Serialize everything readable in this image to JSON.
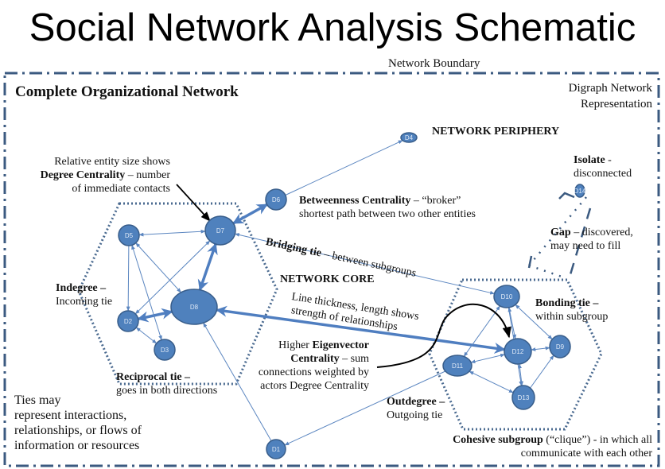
{
  "title": "Social Network Analysis Schematic",
  "boundary_label": "Network Boundary",
  "network_title": "Complete Organizational Network",
  "digraph_label": [
    "Digraph Network",
    "Representation"
  ],
  "labels": {
    "periphery": "NETWORK PERIPHERY",
    "core": "NETWORK CORE",
    "isolate_bold": "Isolate",
    "isolate_rest": " -",
    "isolate_line2": "disconnected",
    "degree_line1": "Relative entity size shows",
    "degree_bold": "Degree Centrality",
    "degree_rest": " – number",
    "degree_line3": "of immediate contacts",
    "betweenness_bold": "Betweenness Centrality",
    "betweenness_rest": " – “broker”",
    "betweenness_line2": "shortest path between two other entities",
    "bridging_bold": "Bridging tie",
    "bridging_rest": " – between subgroups",
    "gap_bold": "Gap",
    "gap_rest": " – discovered,",
    "gap_line2": "may need to fill",
    "indegree_bold": "Indegree –",
    "indegree_line2": "Incoming tie",
    "thickness_line1": "Line thickness, length shows",
    "thickness_line2": "strength of relationships",
    "bonding_bold": "Bonding tie –",
    "bonding_line2": "within subgroup",
    "eigen_pre": "Higher ",
    "eigen_bold1": "Eigenvector",
    "eigen_bold2": "Centrality",
    "eigen_rest": " – sum",
    "eigen_line3": "connections weighted by",
    "eigen_line4": "actors Degree Centrality",
    "reciprocal_bold": "Reciprocal tie –",
    "reciprocal_line2": "goes in both directions",
    "outdegree_bold": "Outdegree –",
    "outdegree_line2": "Outgoing tie",
    "ties_lines": [
      "Ties may",
      "represent interactions,",
      "relationships, or flows of",
      "information  or resources"
    ],
    "cohesive_bold": "Cohesive subgroup",
    "cohesive_rest": " (“clique”)  - in which all",
    "cohesive_line2": "communicate with each other"
  },
  "nodes": [
    "D1",
    "D2",
    "D3",
    "D4",
    "D5",
    "D6",
    "D7",
    "D8",
    "D9",
    "D10",
    "D11",
    "D12",
    "D13",
    "D14"
  ],
  "edges": [
    {
      "from": "D6",
      "to": "D4",
      "dir": "forward",
      "weight": "thin"
    },
    {
      "from": "D7",
      "to": "D6",
      "dir": "both",
      "weight": "thick"
    },
    {
      "from": "D7",
      "to": "D8",
      "dir": "both",
      "weight": "thick"
    },
    {
      "from": "D8",
      "to": "D2",
      "dir": "both",
      "weight": "thick"
    },
    {
      "from": "D12",
      "to": "D8",
      "dir": "both",
      "weight": "thick"
    },
    {
      "from": "D5",
      "to": "D7",
      "dir": "both",
      "weight": "thin"
    },
    {
      "from": "D5",
      "to": "D2",
      "dir": "forward",
      "weight": "thin"
    },
    {
      "from": "D5",
      "to": "D3",
      "dir": "both",
      "weight": "thin"
    },
    {
      "from": "D5",
      "to": "D8",
      "dir": "both",
      "weight": "thin"
    },
    {
      "from": "D2",
      "to": "D7",
      "dir": "both",
      "weight": "thin"
    },
    {
      "from": "D2",
      "to": "D3",
      "dir": "both",
      "weight": "thin"
    },
    {
      "from": "D1",
      "to": "D8",
      "dir": "forward",
      "weight": "thin"
    },
    {
      "from": "D11",
      "to": "D1",
      "dir": "forward",
      "weight": "thin"
    },
    {
      "from": "D10",
      "to": "D7",
      "dir": "both",
      "weight": "thin"
    },
    {
      "from": "D10",
      "to": "D11",
      "dir": "both",
      "weight": "thin"
    },
    {
      "from": "D10",
      "to": "D12",
      "dir": "both",
      "weight": "thin"
    },
    {
      "from": "D10",
      "to": "D9",
      "dir": "both",
      "weight": "thin"
    },
    {
      "from": "D10",
      "to": "D13",
      "dir": "forward",
      "weight": "thin"
    },
    {
      "from": "D12",
      "to": "D9",
      "dir": "both",
      "weight": "thin"
    },
    {
      "from": "D12",
      "to": "D11",
      "dir": "both",
      "weight": "thin"
    },
    {
      "from": "D11",
      "to": "D13",
      "dir": "both",
      "weight": "thin"
    },
    {
      "from": "D12",
      "to": "D13",
      "dir": "both",
      "weight": "thin"
    },
    {
      "from": "D13",
      "to": "D9",
      "dir": "forward",
      "weight": "thin"
    }
  ],
  "colors": {
    "node_fill": "#4f81bd",
    "node_stroke": "#385d8a",
    "edge": "#5b86c0",
    "boundary": "#3b5a80",
    "annotation_arrow": "#000000"
  }
}
